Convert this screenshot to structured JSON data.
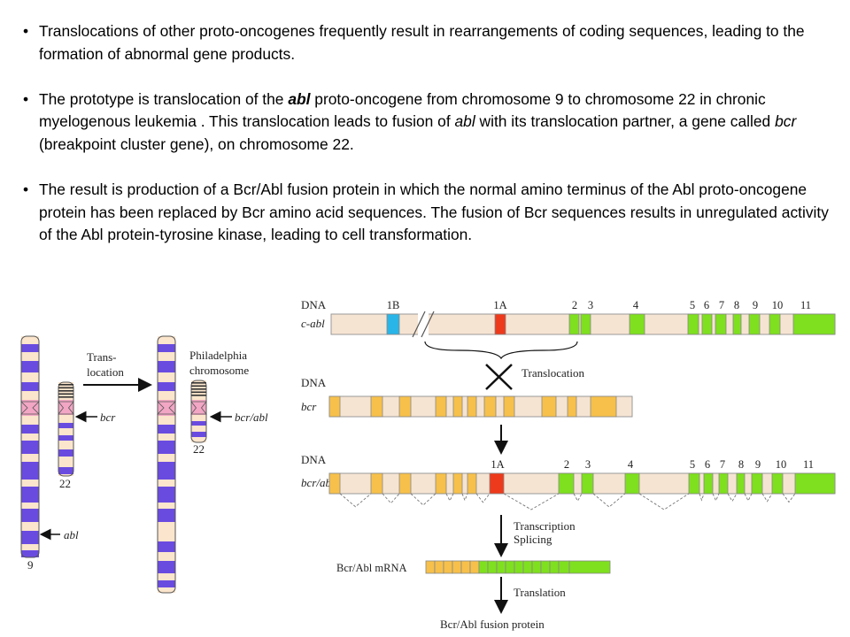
{
  "bullets": [
    {
      "id": "b1",
      "segments": [
        {
          "t": "Translocations of other proto-oncogenes frequently result in rearrangements of coding sequences, leading to the formation of abnormal gene products.",
          "style": "normal"
        }
      ]
    },
    {
      "id": "b2",
      "segments": [
        {
          "t": "The prototype is translocation of the ",
          "style": "normal"
        },
        {
          "t": "abl",
          "style": "bold-italic"
        },
        {
          "t": " proto-oncogene from chromosome 9 to chromosome 22 in chronic myelogenous leukemia . This translocation leads to fusion of ",
          "style": "normal"
        },
        {
          "t": "abl",
          "style": "italic"
        },
        {
          "t": " with its translocation partner, a gene called ",
          "style": "normal"
        },
        {
          "t": "bcr",
          "style": "italic"
        },
        {
          "t": " (breakpoint cluster gene), on chromosome 22.",
          "style": "normal"
        }
      ]
    },
    {
      "id": "b3",
      "segments": [
        {
          "t": "The result is production of a Bcr/Abl fusion protein in which the normal amino terminus of the Abl proto-oncogene protein has been replaced by Bcr amino acid sequences. The fusion of Bcr sequences results in unregulated activity of the Abl protein-tyrosine kinase, leading to cell transformation.",
          "style": "normal"
        }
      ]
    }
  ],
  "bullet_glyph": "•",
  "chromosomes": {
    "translocation_label_1": "Trans-",
    "translocation_label_2": "location",
    "philadelphia_label_1": "Philadelphia",
    "philadelphia_label_2": "chromosome",
    "bcr_label": "bcr",
    "bcr_abl_label": "bcr/abl",
    "abl_label": "abl",
    "chr22_label": "22",
    "chr9_label": "9",
    "chr22_ph_label": "22"
  },
  "genes": {
    "dna_label": "DNA",
    "c_abl_label": "c-abl",
    "bcr_label": "bcr",
    "bcr_abl_label": "bcr/abl",
    "exon_labels_abl": [
      "1B",
      "1A",
      "2",
      "3",
      "4",
      "5",
      "6",
      "7",
      "8",
      "9",
      "10",
      "11"
    ],
    "exon_labels_fusion": [
      "1A",
      "2",
      "3",
      "4",
      "5",
      "6",
      "7",
      "8",
      "9",
      "10",
      "11"
    ],
    "translocation_label": "Translocation",
    "transcription_label": "Transcription",
    "splicing_label": "Splicing",
    "mrna_label": "Bcr/Abl mRNA",
    "translation_label": "Translation",
    "protein_label": "Bcr/Abl fusion protein"
  },
  "colors": {
    "chromosome_band": "#6a4be0",
    "chromosome_light": "#fbe5cc",
    "centromere": "#f2a6c4",
    "gene_backbone": "#f6e4d2",
    "abl_exon": "#7ee01e",
    "bcr_exon": "#f7c04a",
    "exon_1b": "#29b5e8",
    "exon_1a": "#ee3a1c"
  }
}
